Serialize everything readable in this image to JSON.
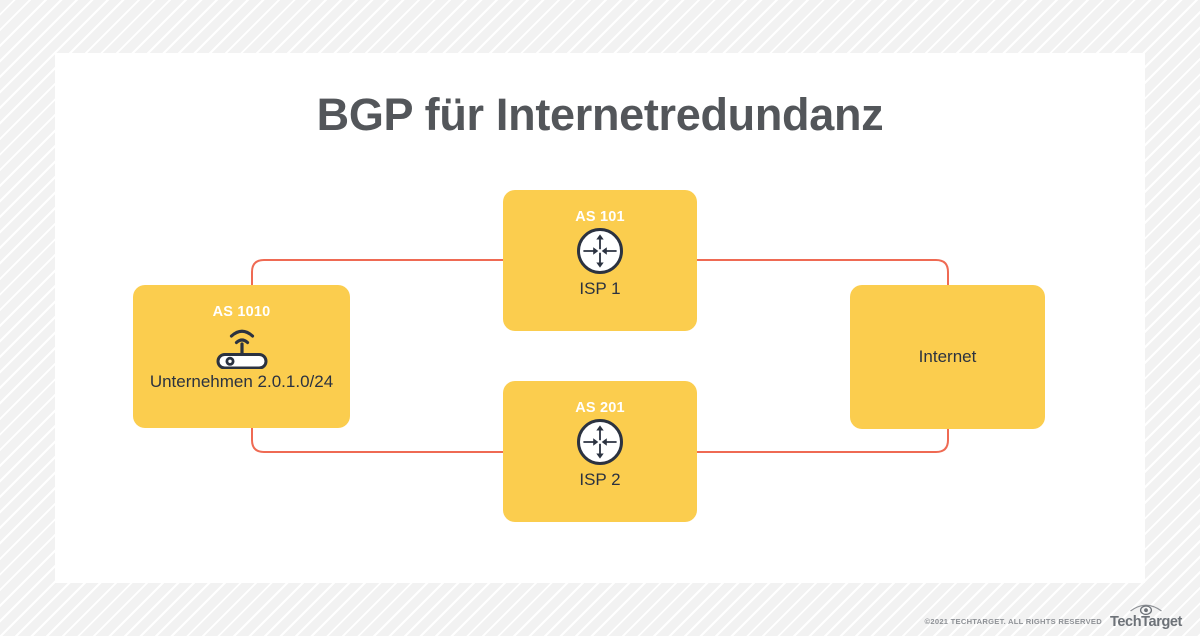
{
  "slide": {
    "title": "BGP für Internetredundanz",
    "background_color": "#f2f2f2",
    "card_color": "#ffffff",
    "accent_color": "#fbcd4e",
    "line_color": "#ef6a53",
    "title_color": "#53565a"
  },
  "nodes": {
    "enterprise": {
      "as_label": "AS 1010",
      "name": "Unternehmen 2.0.1.0/24",
      "icon": "wireless-router-icon"
    },
    "isp1": {
      "as_label": "AS 101",
      "name": "ISP 1",
      "icon": "router-icon"
    },
    "isp2": {
      "as_label": "AS 201",
      "name": "ISP 2",
      "icon": "router-icon"
    },
    "internet": {
      "name": "Internet"
    }
  },
  "connections": [
    {
      "from": "enterprise",
      "to": "isp1"
    },
    {
      "from": "enterprise",
      "to": "isp2"
    },
    {
      "from": "isp1",
      "to": "internet"
    },
    {
      "from": "isp2",
      "to": "internet"
    }
  ],
  "footer": {
    "copyright": "©2021 TECHTARGET. ALL RIGHTS RESERVED",
    "logo_text": "TechTarget",
    "logo_icon": "techtarget-eye-icon"
  }
}
